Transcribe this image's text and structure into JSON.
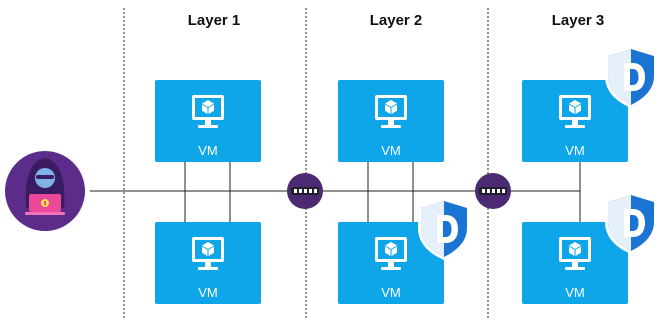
{
  "layers": [
    {
      "label": "Layer 1"
    },
    {
      "label": "Layer 2"
    },
    {
      "label": "Layer 3"
    }
  ],
  "vm_label": "VM",
  "user": {
    "icon": "hacker-laptop-icon"
  },
  "switch_icon": "network-switch-icon",
  "shield_icon": "defender-shield-icon",
  "shield_letter": "D",
  "colors": {
    "vm_tile": "#0ea5e9",
    "switch": "#4b2a73",
    "user_circle": "#5b2c8a",
    "shield_blue": "#1b74d4",
    "shield_light": "#e6f0fb",
    "laptop": "#ec4899"
  }
}
